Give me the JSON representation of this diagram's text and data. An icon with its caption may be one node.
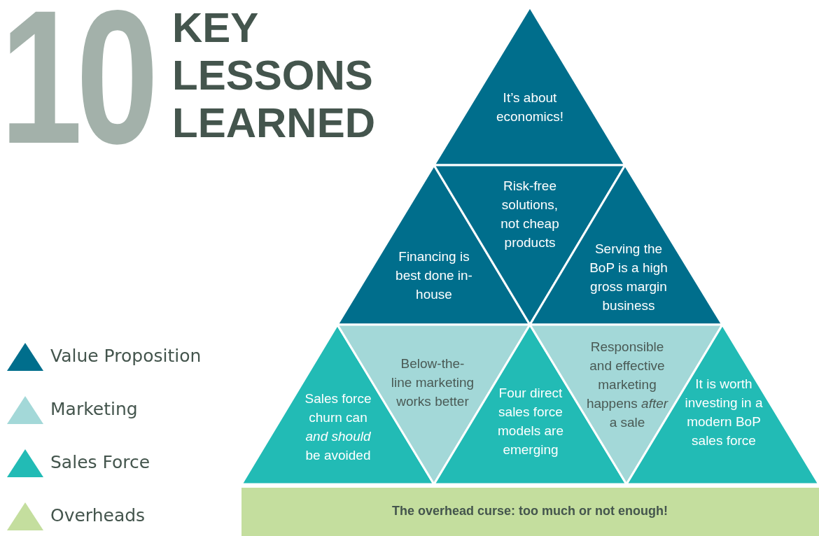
{
  "diagram": {
    "title": "KEY LESSONS LEARNED",
    "nodes": [
      {
        "text": [
          "It’s about economics!"
        ]
      },
      {
        "text": [
          "Financing is best done in-house"
        ]
      },
      {
        "text": [
          "Risk-free solutions, not cheap products"
        ]
      },
      {
        "text": [
          "Serving the BoP is a high gross margin business"
        ]
      },
      {
        "text": [
          "Sales force churn can *and should* be avoided"
        ]
      },
      {
        "text": [
          "Below-the-line marketing works better"
        ]
      },
      {
        "text": [
          "Four direct sales force models are emerging"
        ]
      },
      {
        "text": [
          "Responsible and effective marketing happens *after* a sale"
        ]
      },
      {
        "text": [
          "It is worth investing in a modern BoP sales force"
        ]
      },
      {
        "text": [
          "The overhead curse: too much or not enough!"
        ]
      }
    ],
    "labels": [
      "10"
    ],
    "legend": [
      {
        "text": "Value Proposition",
        "color": "#006e8c"
      },
      {
        "text": "Marketing",
        "color": "#a3d8d8"
      },
      {
        "text": "Sales Force",
        "color": "#22bbb5"
      },
      {
        "text": "Overheads",
        "color": "#c4de9e"
      }
    ]
  }
}
